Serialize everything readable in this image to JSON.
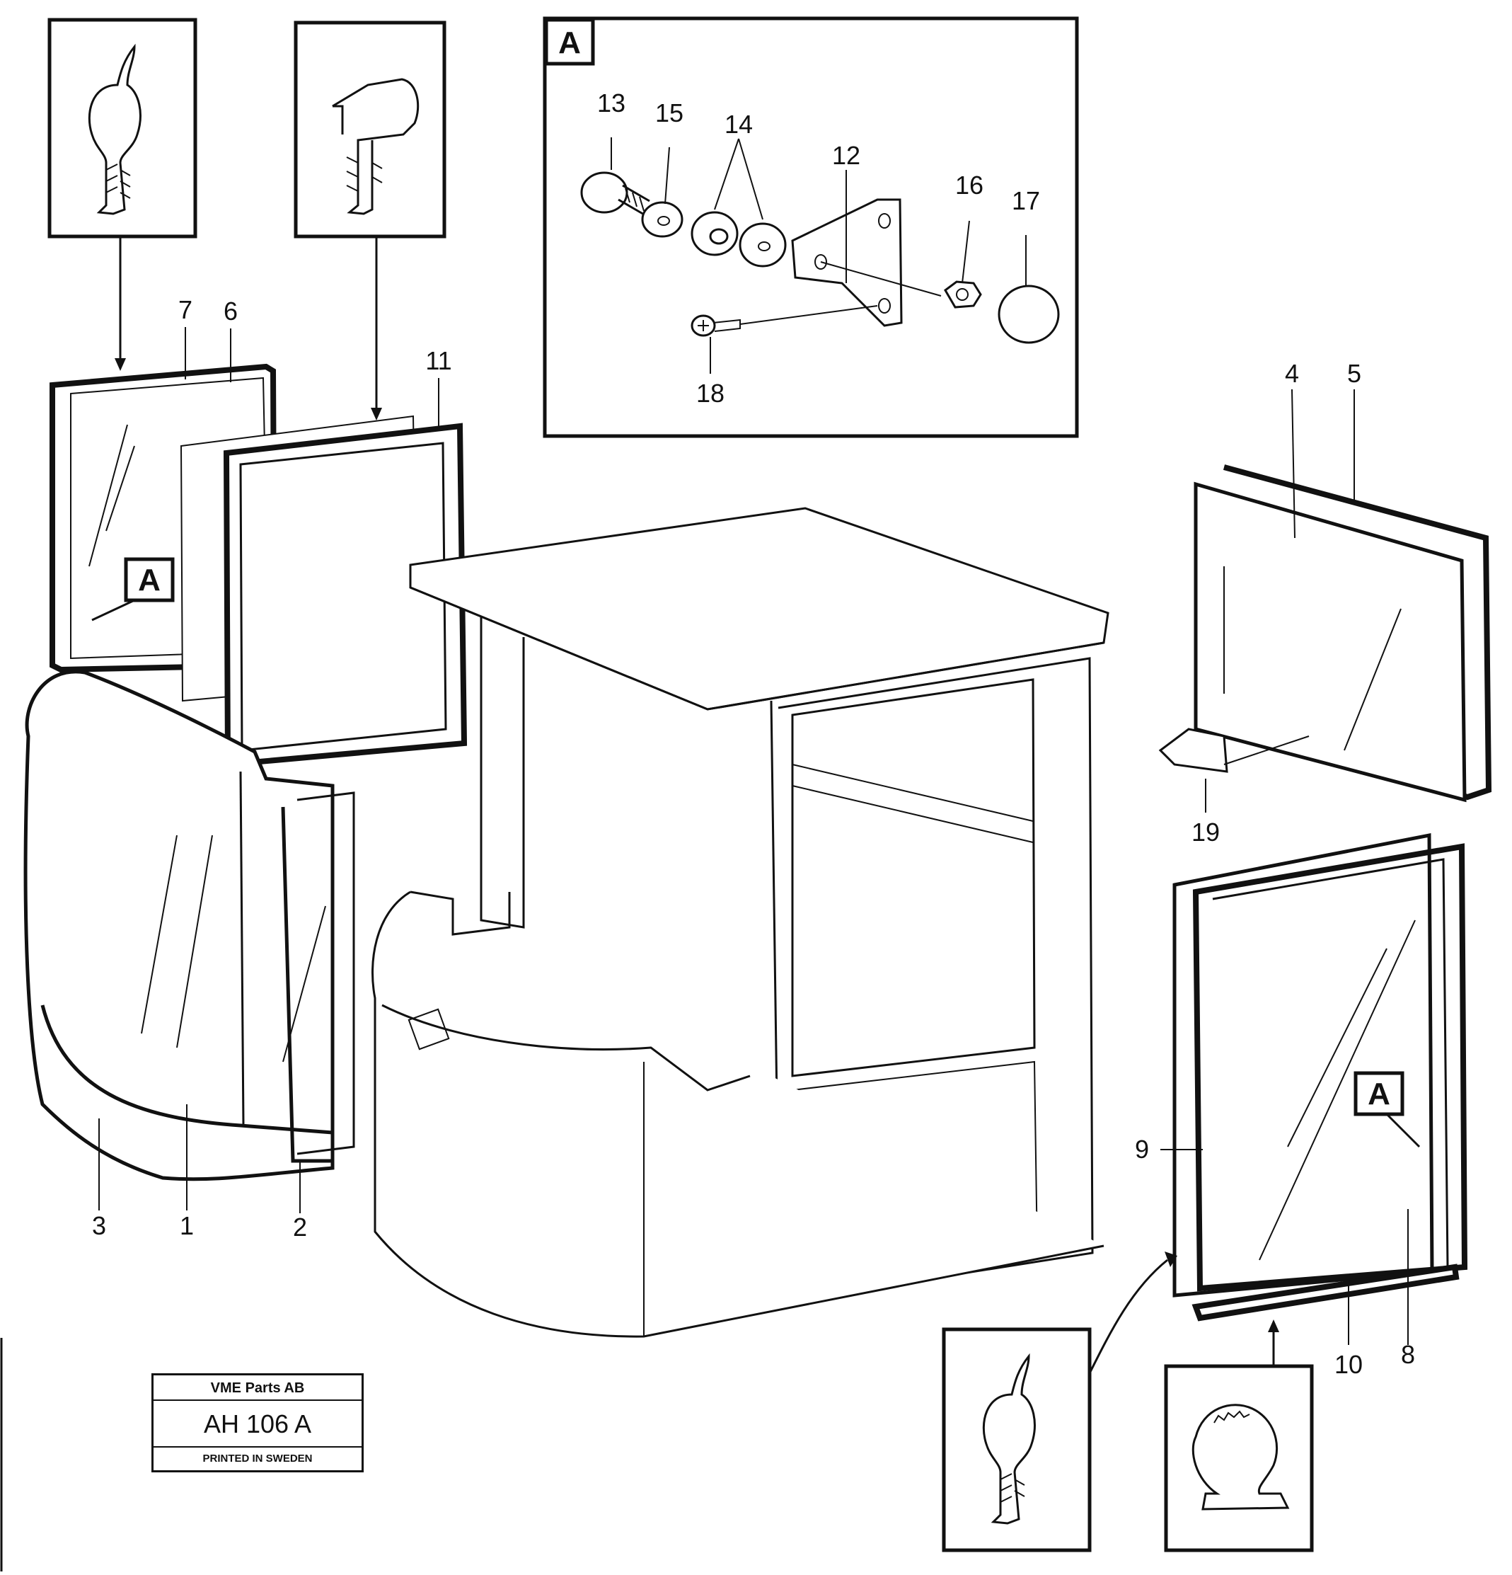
{
  "callout_letter": "A",
  "labels": {
    "p1": "1",
    "p2": "2",
    "p3": "3",
    "p4": "4",
    "p5": "5",
    "p6": "6",
    "p7": "7",
    "p8": "8",
    "p9": "9",
    "p10": "10",
    "p11": "11",
    "p12": "12",
    "p13": "13",
    "p14": "14",
    "p15": "15",
    "p16": "16",
    "p17": "17",
    "p18": "18",
    "p19": "19"
  },
  "title_block": {
    "company": "VME Parts AB",
    "drawing_number": "AH 106 A",
    "footer": "PRINTED IN SWEDEN"
  }
}
